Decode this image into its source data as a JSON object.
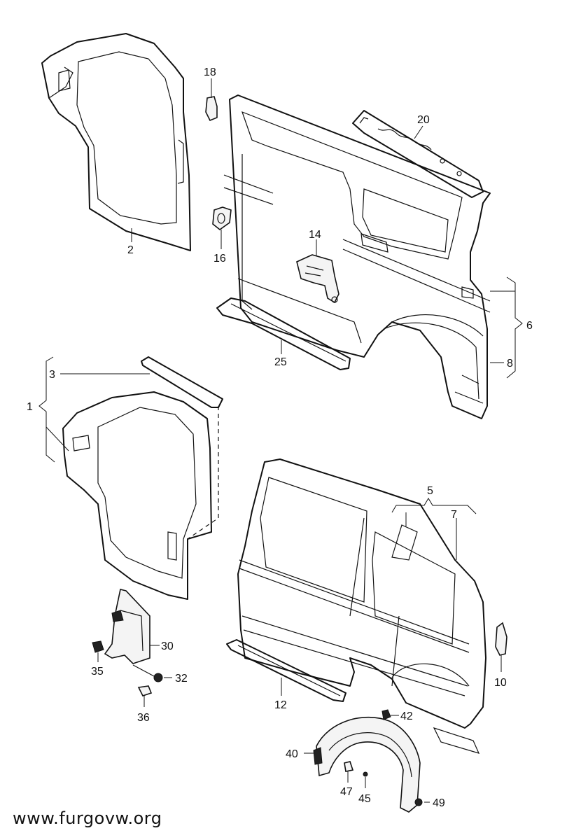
{
  "labels": {
    "p1": "1",
    "p2": "2",
    "p3": "3",
    "p5": "5",
    "p6": "6",
    "p7": "7",
    "p8": "8",
    "p10": "10",
    "p12": "12",
    "p14": "14",
    "p16": "16",
    "p18": "18",
    "p20": "20",
    "p25": "25",
    "p30": "30",
    "p32": "32",
    "p35": "35",
    "p36": "36",
    "p40": "40",
    "p42": "42",
    "p45": "45",
    "p47": "47",
    "p49": "49"
  },
  "watermark": "www.furgovw.org"
}
